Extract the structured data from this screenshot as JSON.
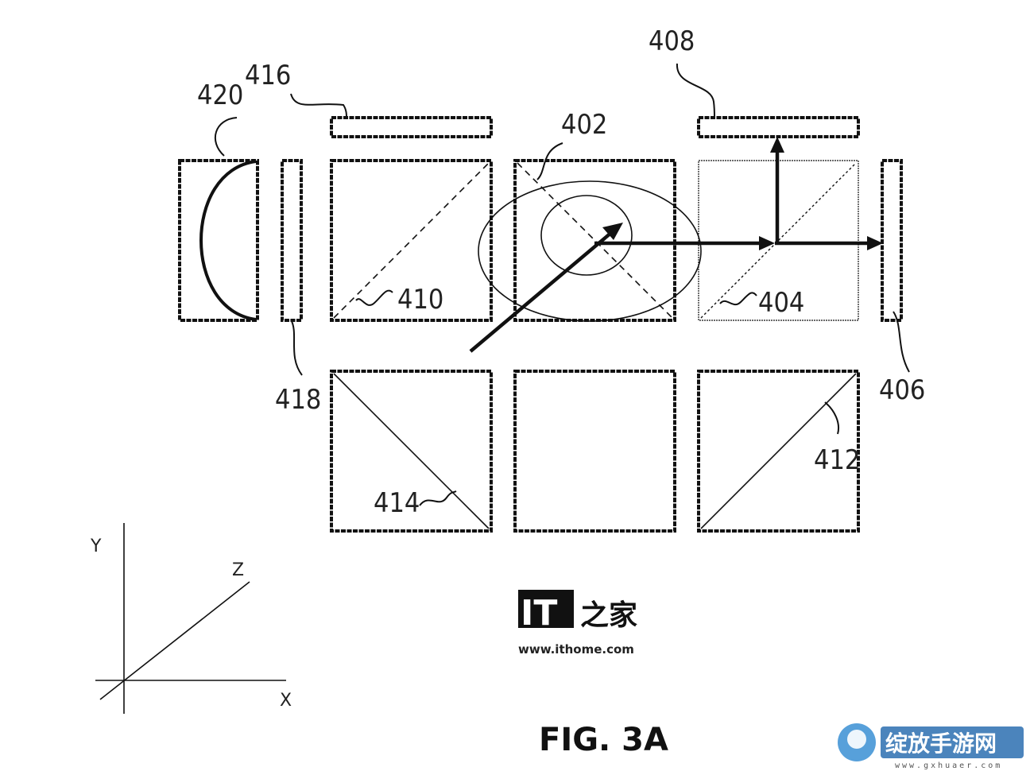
{
  "labels": {
    "l402": "402",
    "l404": "404",
    "l406": "406",
    "l408": "408",
    "l410": "410",
    "l412": "412",
    "l414": "414",
    "l416": "416",
    "l418": "418",
    "l420": "420"
  },
  "axes": {
    "x": "X",
    "y": "Y",
    "z": "Z"
  },
  "caption": "FIG. 3A",
  "watermark": {
    "logo_text": "IT",
    "logo_cn": "之家",
    "url": "www.ithome.com"
  },
  "watermark2": {
    "cn": "绽放手游网",
    "url": "www.gxhuaer.com"
  }
}
